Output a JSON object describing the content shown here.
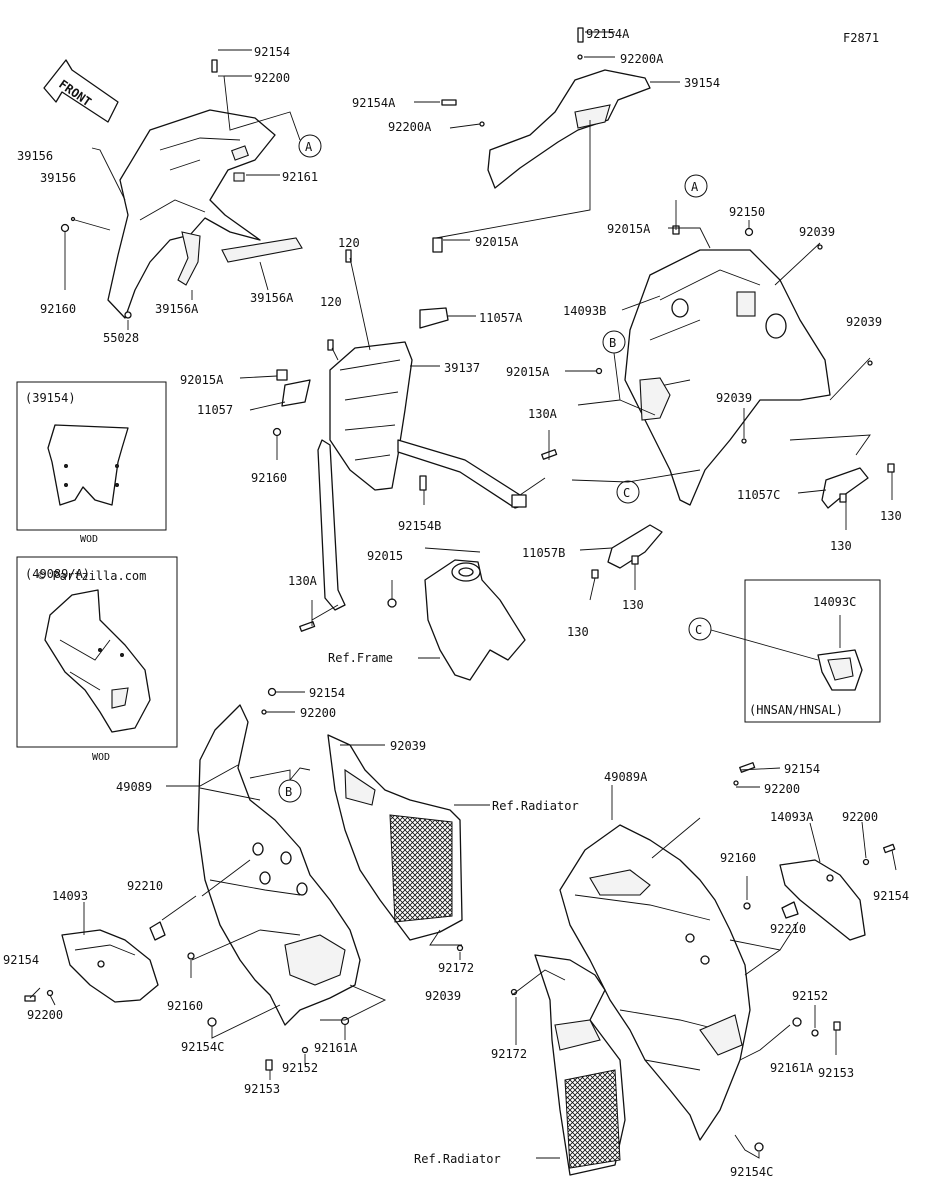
{
  "diagram_id": "F2871",
  "front_label": "FRONT",
  "watermark": "© Partzilla.com",
  "ref_labels": {
    "frame": "Ref.Frame",
    "radiator_top": "Ref.Radiator",
    "radiator_bottom": "Ref.Radiator"
  },
  "insets": {
    "windshield": {
      "caption": "(39154)",
      "note": "WOD"
    },
    "cowling": {
      "caption": "(49089/A)",
      "note": "WOD"
    },
    "variant": {
      "part": "14093C",
      "callout": "C",
      "models": "(HNSAN/HNSAL)"
    }
  },
  "callouts": [
    "A",
    "A",
    "B",
    "B",
    "C",
    "C"
  ],
  "parts": [
    "92154",
    "92200",
    "39156",
    "39156",
    "92161",
    "92160",
    "39156A",
    "39156A",
    "55028",
    "92154A",
    "92200A",
    "39154",
    "92154A",
    "92200A",
    "92015A",
    "11057A",
    "120",
    "120",
    "39137",
    "92015A",
    "11057",
    "92160",
    "92154B",
    "92015",
    "130A",
    "130A",
    "92015A",
    "92150",
    "92039",
    "14093B",
    "92039",
    "92015A",
    "92039",
    "11057C",
    "130",
    "130",
    "11057B",
    "130",
    "130",
    "92154",
    "92200",
    "49089",
    "92039",
    "49089A",
    "92154",
    "92200",
    "14093A",
    "92200",
    "92160",
    "92154",
    "92210",
    "14093",
    "92154",
    "92200",
    "92210",
    "92160",
    "92172",
    "92039",
    "92154C",
    "92161A",
    "92152",
    "92153",
    "92172",
    "92152",
    "92153",
    "92161A",
    "92154C"
  ]
}
